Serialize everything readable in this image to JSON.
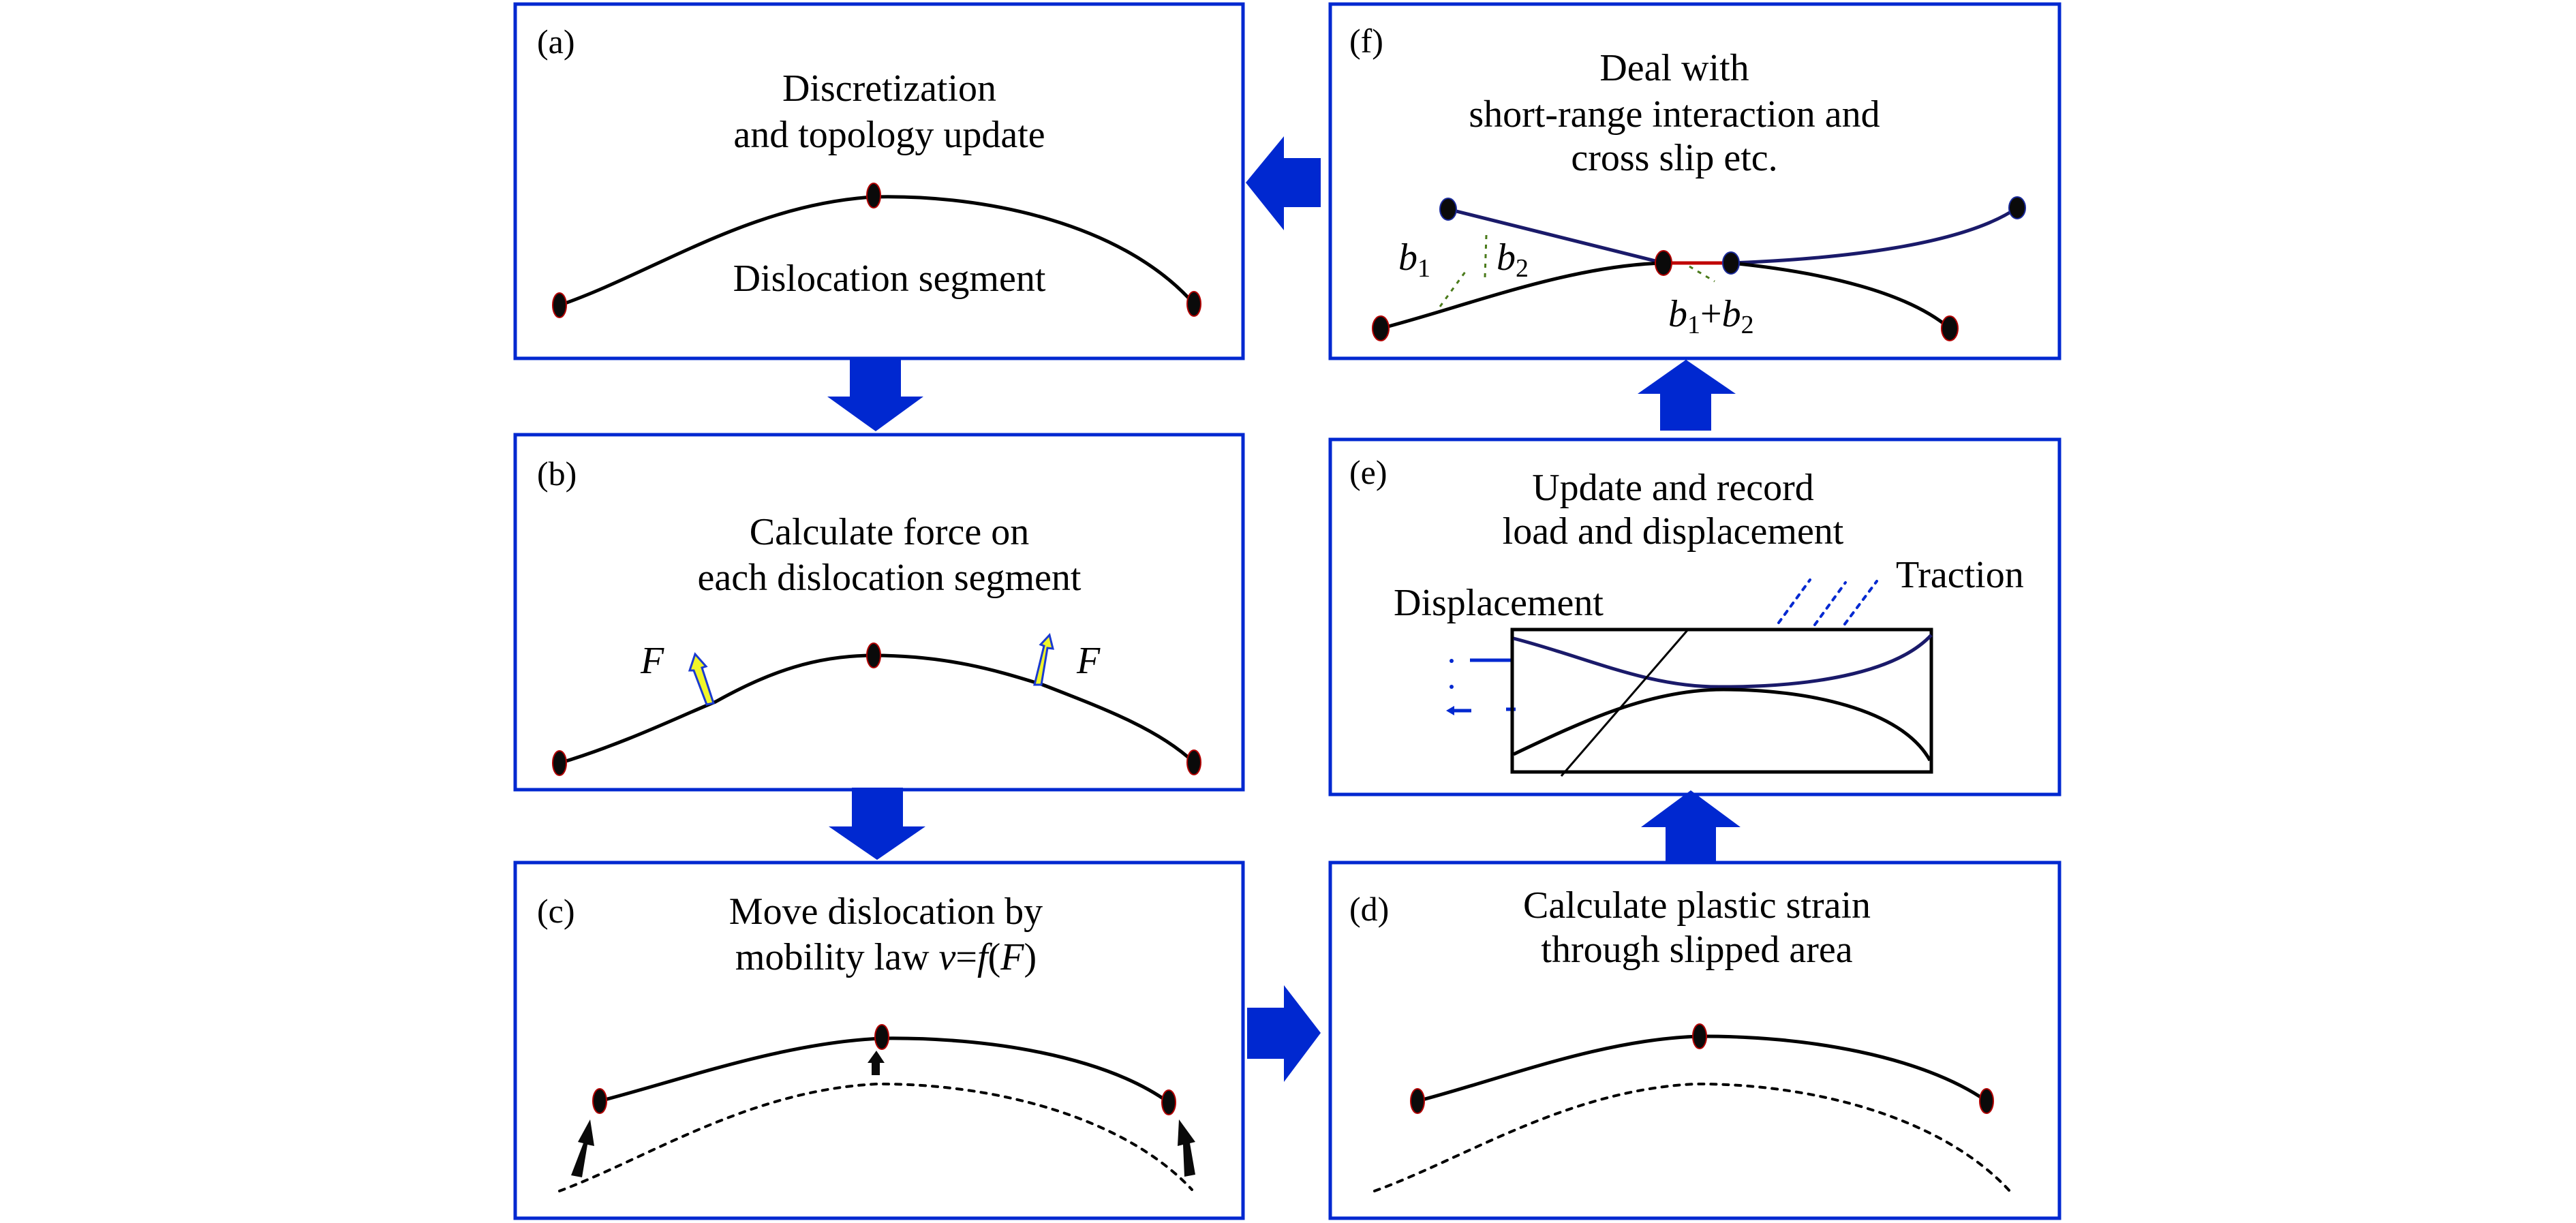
{
  "figure": {
    "colors": {
      "flow_blue": "#0028d0",
      "node_fill": "#0a0a0a",
      "node_outline": "#b00000",
      "force_arrow_fill": "#f0f52a"
    },
    "panels": {
      "a": {
        "label": "(a)",
        "title_lines": [
          "Discretization",
          "and topology update"
        ],
        "annotation": "Dislocation segment"
      },
      "b": {
        "label": "(b)",
        "title_lines": [
          "Calculate force on",
          "each dislocation segment"
        ],
        "force_label": "F"
      },
      "c": {
        "label": "(c)",
        "title_lines": [
          "Move dislocation by",
          "mobility law "
        ],
        "formula": {
          "v": "v",
          "eq": "=",
          "f": "f",
          "open": "(",
          "F": "F",
          "close": ")"
        }
      },
      "d": {
        "label": "(d)",
        "title_lines": [
          "Calculate plastic strain",
          "through slipped area"
        ]
      },
      "e": {
        "label": "(e)",
        "title_lines": [
          "Update and record",
          "load and displacement"
        ],
        "displacement_label": "Displacement",
        "traction_label": "Traction"
      },
      "f": {
        "label": "(f)",
        "title_lines": [
          "Deal with",
          "short-range interaction and",
          "cross slip etc."
        ],
        "burgers": {
          "b": "b",
          "sub1": "1",
          "sub2": "2",
          "plus": "+"
        }
      }
    },
    "flow": [
      "a",
      "b",
      "c",
      "d",
      "e",
      "f",
      "a"
    ]
  }
}
